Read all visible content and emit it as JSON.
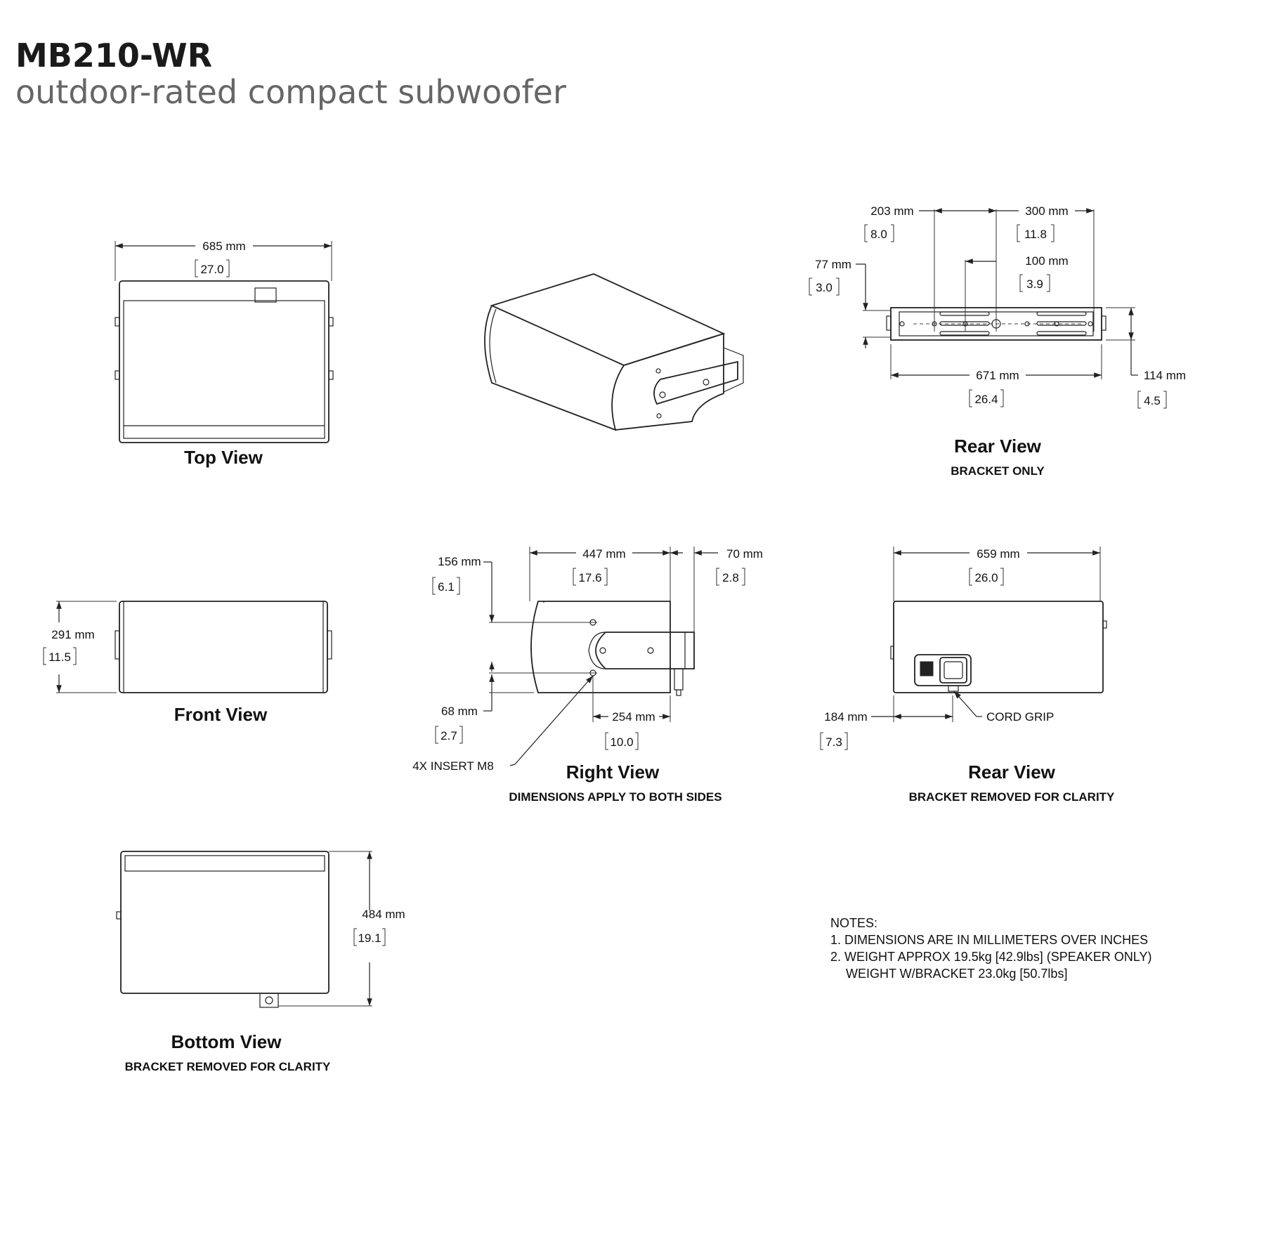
{
  "title": "MB210-WR",
  "subtitle": "outdoor-rated compact subwoofer",
  "views": {
    "top": {
      "label": "Top View",
      "width_mm": "685 mm",
      "width_in": "27.0"
    },
    "front": {
      "label": "Front View",
      "height_mm": "291 mm",
      "height_in": "11.5"
    },
    "bottom": {
      "label": "Bottom View",
      "sub": "BRACKET REMOVED FOR CLARITY",
      "depth_mm": "484 mm",
      "depth_in": "19.1"
    },
    "rear_bracket": {
      "label": "Rear View",
      "sub": "BRACKET ONLY",
      "d203_mm": "203 mm",
      "d203_in": "8.0",
      "d300_mm": "300 mm",
      "d300_in": "11.8",
      "d100_mm": "100 mm",
      "d100_in": "3.9",
      "d77_mm": "77 mm",
      "d77_in": "3.0",
      "d671_mm": "671 mm",
      "d671_in": "26.4",
      "d114_mm": "114 mm",
      "d114_in": "4.5"
    },
    "right": {
      "label": "Right View",
      "sub": "DIMENSIONS APPLY TO BOTH SIDES",
      "d447_mm": "447 mm",
      "d447_in": "17.6",
      "d70_mm": "70 mm",
      "d70_in": "2.8",
      "d156_mm": "156 mm",
      "d156_in": "6.1",
      "d68_mm": "68 mm",
      "d68_in": "2.7",
      "d254_mm": "254 mm",
      "d254_in": "10.0",
      "insert": "4X INSERT M8"
    },
    "rear_removed": {
      "label": "Rear View",
      "sub": "BRACKET REMOVED FOR CLARITY",
      "d659_mm": "659 mm",
      "d659_in": "26.0",
      "d184_mm": "184 mm",
      "d184_in": "7.3",
      "cord": "CORD GRIP"
    }
  },
  "notes": {
    "heading": "NOTES:",
    "n1": "1. DIMENSIONS ARE IN MILLIMETERS OVER INCHES",
    "n2": "2. WEIGHT APPROX 19.5kg [42.9lbs] (SPEAKER ONLY)",
    "n3": "WEIGHT W/BRACKET 23.0kg [50.7lbs]"
  }
}
